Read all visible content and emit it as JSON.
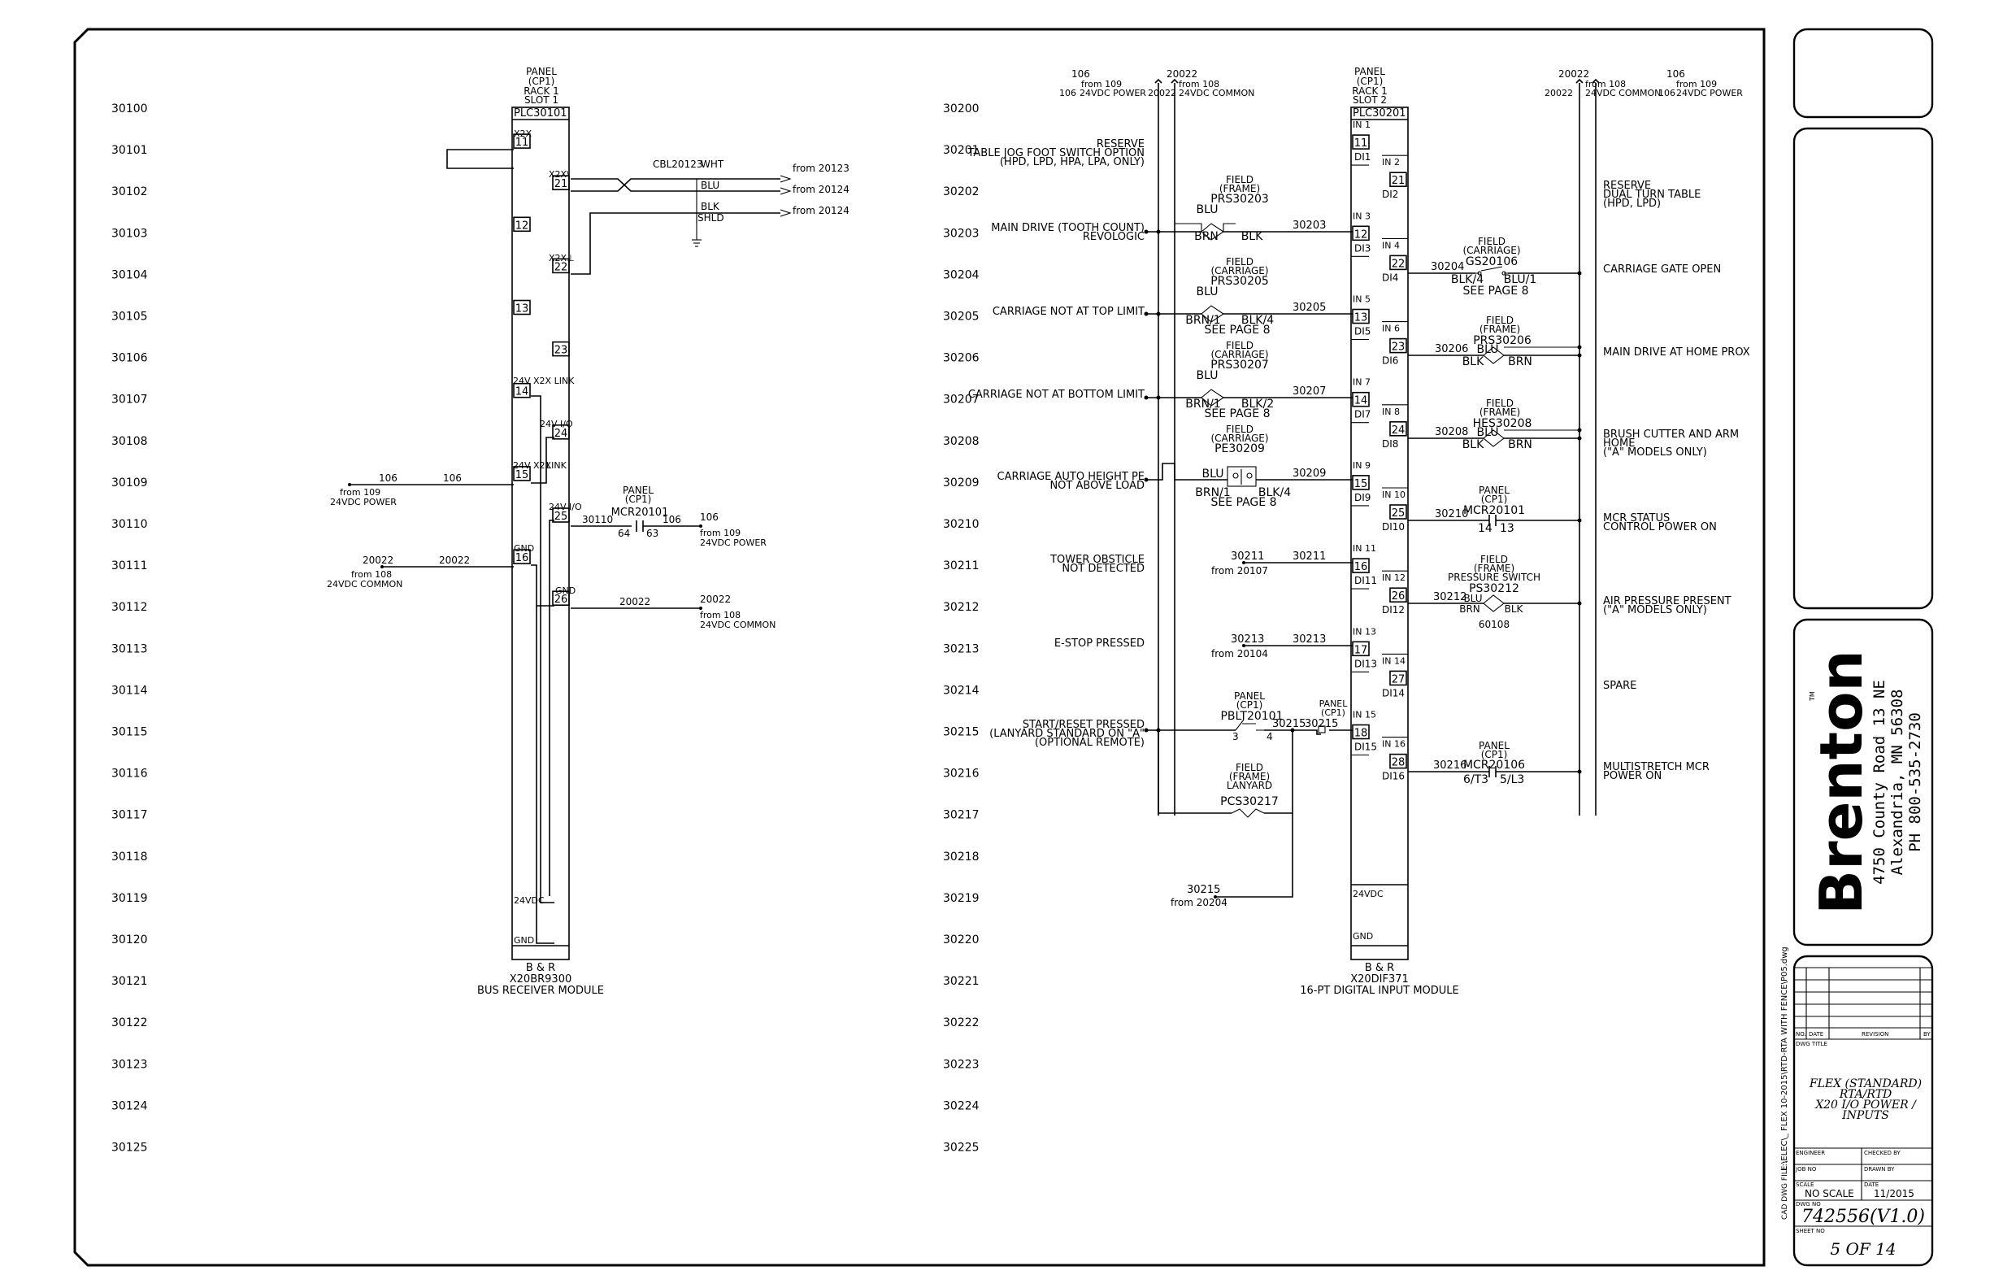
{
  "rungs_left": [
    "30100",
    "30101",
    "30102",
    "30103",
    "30104",
    "30105",
    "30106",
    "30107",
    "30108",
    "30109",
    "30110",
    "30111",
    "30112",
    "30113",
    "30114",
    "30115",
    "30116",
    "30117",
    "30118",
    "30119",
    "30120",
    "30121",
    "30122",
    "30123",
    "30124",
    "30125"
  ],
  "rungs_right": [
    "30200",
    "30201",
    "30202",
    "30203",
    "30204",
    "30205",
    "30206",
    "30207",
    "30208",
    "30209",
    "30210",
    "30211",
    "30212",
    "30213",
    "30214",
    "30215",
    "30216",
    "30217",
    "30218",
    "30219",
    "30220",
    "30221",
    "30222",
    "30223",
    "30224",
    "30225"
  ],
  "left_module": {
    "header": [
      "PANEL",
      "(CP1)",
      "RACK 1",
      "SLOT 1"
    ],
    "id": "PLC30101",
    "footer": [
      "B & R",
      "X20BR9300",
      "BUS RECEIVER MODULE"
    ],
    "terminals_left": [
      "11",
      "12",
      "13",
      "14",
      "15",
      "16"
    ],
    "terminals_right": [
      "21",
      "22",
      "23",
      "24",
      "25",
      "26"
    ],
    "tags": {
      "x2x": "X2X",
      "x2xplus": "X2X\\",
      "x2xminus": "X2X⊥",
      "link14": "24V X2X LINK",
      "io24": "24V I/O",
      "x2x15": "24V X2X",
      "link15": "LINK",
      "io25": "24V I/O",
      "gnd16": "GND",
      "gnd26": "GND",
      "v24": "24VDC",
      "gnd": "GND"
    },
    "cable": {
      "id": "CBL20123",
      "wht": "WHT",
      "blu": "BLU",
      "blk": "BLK",
      "shld": "SHLD",
      "from1": "from 20123",
      "from2": "from 20124",
      "from3": "from 20124"
    },
    "r15": {
      "wire1": "106",
      "wire2": "106",
      "from": "from 109",
      "desc": "24VDC POWER"
    },
    "r16": {
      "wire1": "20022",
      "wire2": "20022",
      "from": "from 108",
      "desc": "24VDC COMMON"
    },
    "r25": {
      "panel": "PANEL",
      "cp": "(CP1)",
      "mcr": "MCR20101",
      "wire1": "30110",
      "wire2": "106",
      "pin1": "64",
      "pin2": "63",
      "ref": "106",
      "from": "from 109",
      "desc": "24VDC POWER"
    },
    "r26": {
      "wire1": "20022",
      "ref": "20022",
      "from": "from 108",
      "desc": "24VDC COMMON"
    }
  },
  "right_module": {
    "header": [
      "PANEL",
      "(CP1)",
      "RACK 1",
      "SLOT 2"
    ],
    "id": "PLC30201",
    "footer": [
      "B & R",
      "X20DIF371",
      "16-PT DIGITAL INPUT MODULE"
    ],
    "terminals_left": [
      "11",
      "12",
      "13",
      "14",
      "15",
      "16",
      "17",
      "18"
    ],
    "terminals_right": [
      "21",
      "22",
      "23",
      "24",
      "25",
      "26",
      "27",
      "28"
    ],
    "inputs_left": [
      "IN 1",
      "IN 3",
      "IN 5",
      "IN 7",
      "IN 9",
      "IN 11",
      "IN 13",
      "IN 15"
    ],
    "inputs_right": [
      "IN 2",
      "IN 4",
      "IN 6",
      "IN 8",
      "IN 10",
      "IN 12",
      "IN 14",
      "IN 16"
    ],
    "di_left": [
      "DI1",
      "DI3",
      "DI5",
      "DI7",
      "DI9",
      "DI11",
      "DI13",
      "DI15"
    ],
    "di_right": [
      "DI2",
      "DI4",
      "DI6",
      "DI8",
      "DI10",
      "DI12",
      "DI14",
      "DI16"
    ],
    "v24": "24VDC",
    "gnd": "GND"
  },
  "power_left": {
    "p1": "106",
    "p1from": "from 109",
    "p1wire": "106",
    "p1desc": "24VDC POWER",
    "p2": "20022",
    "p2from": "from 108",
    "p2wire": "20022",
    "p2desc": "24VDC COMMON"
  },
  "power_right": {
    "p1": "20022",
    "p1from": "from 108",
    "p1wire": "20022",
    "p1desc": "24VDC COMMON",
    "p2": "106",
    "p2from": "from 109",
    "p2wire": "106",
    "p2desc": "24VDC POWER"
  },
  "descs_left": {
    "d201": [
      "RESERVE",
      "TABLE JOG FOOT SWITCH OPTION",
      "(HPD, LPD, HPA, LPA, ONLY)"
    ],
    "d203": [
      "MAIN DRIVE (TOOTH COUNT)",
      "REVOLOGIC"
    ],
    "d205": [
      "CARRIAGE NOT AT TOP LIMIT"
    ],
    "d207": [
      "CARRIAGE NOT AT BOTTOM LIMIT"
    ],
    "d209": [
      "CARRIAGE AUTO HEIGHT PE",
      "NOT ABOVE LOAD"
    ],
    "d211": [
      "TOWER OBSTICLE",
      "NOT DETECTED"
    ],
    "d213": [
      "E-STOP PRESSED"
    ],
    "d215": [
      "START/RESET PRESSED",
      "(LANYARD STANDARD ON \"A\"",
      "(OPTIONAL REMOTE)"
    ]
  },
  "descs_right": {
    "d202": [
      "RESERVE",
      "DUAL TURN TABLE",
      "(HPD, LPD)"
    ],
    "d204": [
      "CARRIAGE GATE OPEN"
    ],
    "d206": [
      "MAIN DRIVE AT HOME PROX"
    ],
    "d208": [
      "BRUSH CUTTER AND ARM",
      "HOME",
      "(\"A\" MODELS ONLY)"
    ],
    "d210": [
      "MCR STATUS",
      "CONTROL POWER ON"
    ],
    "d212": [
      "AIR PRESSURE PRESENT",
      "(\"A\" MODELS ONLY)"
    ],
    "d214": [
      "SPARE"
    ],
    "d216": [
      "MULTISTRETCH MCR",
      "POWER ON"
    ]
  },
  "devices": {
    "prs30203": {
      "lines": [
        "FIELD",
        "(FRAME)",
        "PRS30203"
      ],
      "c1": "BLU",
      "c2": "BRN",
      "c3": "BLK",
      "wire": "30203"
    },
    "prs30205": {
      "lines": [
        "FIELD",
        "(CARRIAGE)",
        "PRS30205"
      ],
      "c1": "BLU",
      "c2": "BRN/1",
      "c3": "BLK/4",
      "see": "SEE PAGE 8",
      "wire": "30205"
    },
    "prs30207": {
      "lines": [
        "FIELD",
        "(CARRIAGE)",
        "PRS30207"
      ],
      "c1": "BLU",
      "c2": "BRN/1",
      "c3": "BLK/2",
      "see": "SEE PAGE 8",
      "wire": "30207"
    },
    "pe30209": {
      "lines": [
        "FIELD",
        "(CARRIAGE)",
        "PE30209"
      ],
      "c1": "BLU",
      "c2": "BRN/1",
      "c3": "BLK/4",
      "see": "SEE PAGE 8",
      "wire": "30209"
    },
    "r30211": {
      "wire1": "30211",
      "wire2": "30211",
      "from": "from 20107"
    },
    "r30213": {
      "wire1": "30213",
      "wire2": "30213",
      "from": "from 20104"
    },
    "pblt": {
      "lines": [
        "PANEL",
        "(CP1)",
        "PBLT20101"
      ],
      "p1": "3",
      "p2": "4",
      "wire": "30215",
      "wire2": "30215",
      "panel2": "PANEL",
      "cp2": "(CP1)"
    },
    "pcs": {
      "lines": [
        "FIELD",
        "(FRAME)",
        "LANYARD",
        "PCS30217"
      ]
    },
    "r30219": {
      "wire": "30215",
      "from": "from 20204"
    },
    "gs20106": {
      "lines": [
        "FIELD",
        "(CARRIAGE)",
        "GS20106"
      ],
      "c1": "BLK/4",
      "c2": "BLU/1",
      "see": "SEE PAGE 8",
      "wire": "30204"
    },
    "prs30206": {
      "lines": [
        "FIELD",
        "(FRAME)",
        "PRS30206"
      ],
      "c1": "BLU",
      "c2": "BLK",
      "c3": "BRN",
      "wire": "30206"
    },
    "hes30208": {
      "lines": [
        "FIELD",
        "(FRAME)",
        "HES30208"
      ],
      "c1": "BLU",
      "c2": "BLK",
      "c3": "BRN",
      "wire": "30208"
    },
    "mcr30210": {
      "lines": [
        "PANEL",
        "(CP1)",
        "MCR20101"
      ],
      "p1": "14",
      "p2": "13",
      "wire": "30210"
    },
    "ps30212": {
      "lines": [
        "FIELD",
        "(FRAME)",
        "PRESSURE SWITCH",
        "PS30212"
      ],
      "c1": "BLU",
      "c2": "BRN",
      "c3": "BLK",
      "ref": "60108",
      "wire": "30212"
    },
    "mcr20106": {
      "lines": [
        "PANEL",
        "(CP1)",
        "MCR20106"
      ],
      "p1": "6/T3",
      "p2": "5/L3",
      "wire": "30216"
    }
  },
  "company": {
    "logo": "Brenton",
    "tm": "TM",
    "address1": "4750 County Road 13 NE",
    "address2": "Alexandria, MN 56308",
    "phone": "PH 800-535-2730"
  },
  "title_block": {
    "rev_headers": [
      "NO.",
      "DATE",
      "REVISION",
      "BY"
    ],
    "dwg_title_label": "DWG TITLE",
    "title": [
      "FLEX (STANDARD)",
      "RTA/RTD",
      "X20 I/O POWER /",
      "INPUTS"
    ],
    "engineer_label": "ENGINEER",
    "checked_label": "CHECKED BY",
    "job_label": "JOB NO",
    "drawn_label": "DRAWN BY",
    "scale_label": "SCALE",
    "scale": "NO SCALE",
    "date_label": "DATE",
    "date": "11/2015",
    "dwg_no_label": "DWG NO",
    "dwg_no": "742556(V1.0)",
    "sheet_label": "SHEET NO",
    "sheet": "5 OF 14",
    "cad_file_label": "CAD DWG FILE :",
    "cad_file": "L:\\ELEC\\_ FLEX 10-2015\\RTD-RTA WITH FENCE\\P05.dwg"
  }
}
